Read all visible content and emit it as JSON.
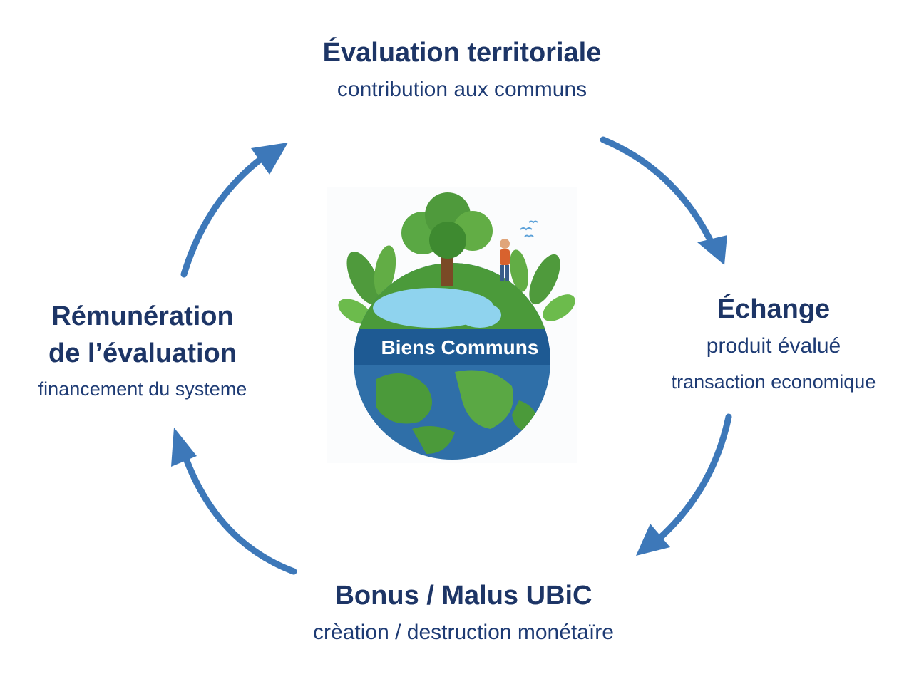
{
  "center": {
    "label": "Biens Communs"
  },
  "nodes": {
    "top": {
      "title": "Évaluation territoriale",
      "subtitle": "contribution aux communs"
    },
    "right": {
      "title": "Échange",
      "subtitle": "produit évalué",
      "subtitle2": "transaction economique"
    },
    "bottom": {
      "title": "Bonus / Malus UBiC",
      "subtitle": "crèation / destruction monétaïre"
    },
    "left": {
      "title_line1": "Rémunération",
      "title_line2": "de l’évaluation",
      "subtitle": "financement du systeme"
    }
  },
  "colors": {
    "text_dark": "#1d3566",
    "arrow": "#3d78b9",
    "ocean": "#2f6fa8",
    "land": "#4b9a3a",
    "lake": "#8fd3ee",
    "band": "#1e5a93"
  },
  "icons": [
    "globe-illustration-icon",
    "tree-icon",
    "person-icon",
    "birds-icon",
    "leaf-icon",
    "arrow-icon"
  ]
}
